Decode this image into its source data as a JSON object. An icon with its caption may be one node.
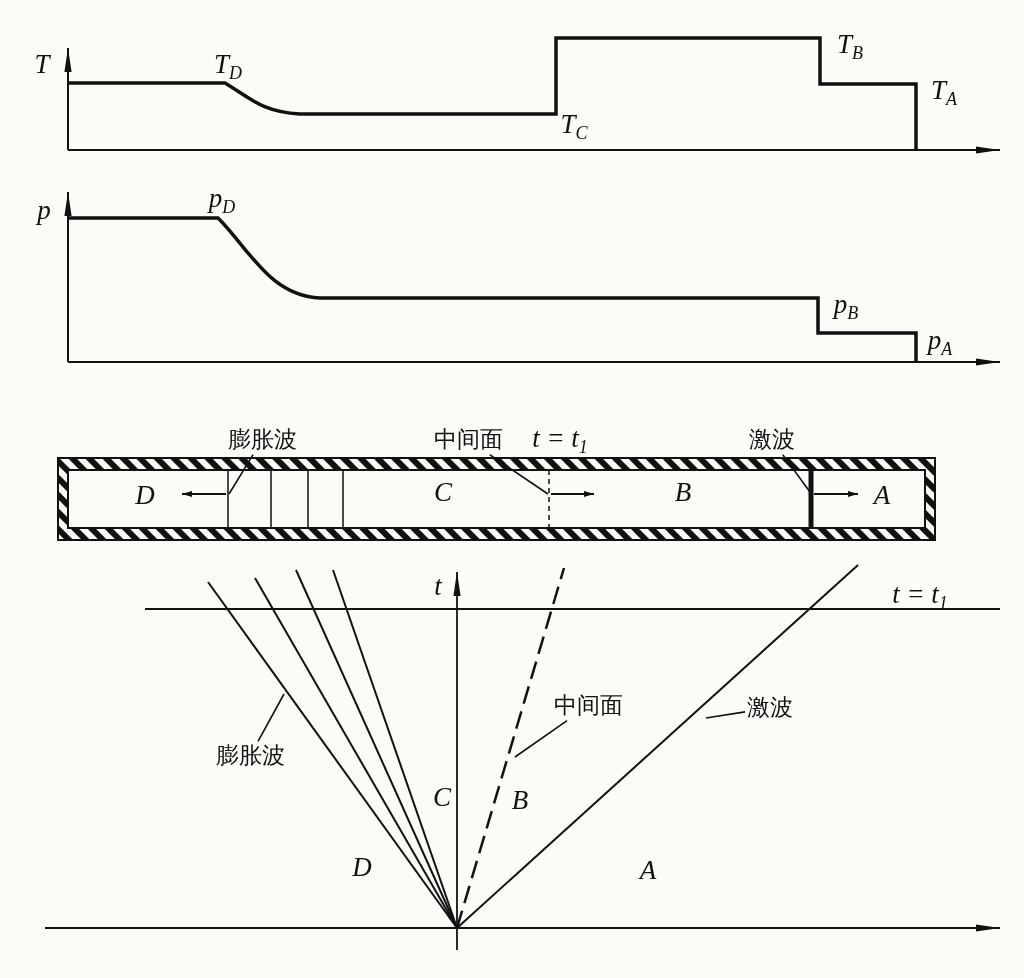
{
  "diagram": {
    "nodes": [
      {
        "text": [
          "膨胀波"
        ]
      },
      {
        "text": [
          "中间面"
        ]
      },
      {
        "text": [
          "激波"
        ]
      },
      {
        "text": [
          "中间面"
        ]
      },
      {
        "text": [
          "激波"
        ]
      },
      {
        "text": [
          "膨胀波"
        ]
      }
    ],
    "edges": [
      {
        "from": 0,
        "to": null,
        "arrow": "none"
      },
      {
        "from": 1,
        "to": null,
        "arrow": "none"
      },
      {
        "from": 2,
        "to": null,
        "arrow": "none"
      },
      {
        "from": 3,
        "to": null,
        "arrow": "none"
      },
      {
        "from": 4,
        "to": null,
        "arrow": "none"
      },
      {
        "from": 5,
        "to": null,
        "arrow": "none"
      }
    ],
    "labels": [
      "T",
      "T$_{D}$",
      "T$_{B}$",
      "T$_{A}$",
      "T$_{C}$",
      "p",
      "p$_{D}$",
      "p$_{B}$",
      "p$_{A}$",
      "t = t$_{1}$",
      "D",
      "C",
      "B",
      "A",
      "t",
      "t = t$_{1}$",
      "C",
      "B",
      "D",
      "A"
    ]
  }
}
